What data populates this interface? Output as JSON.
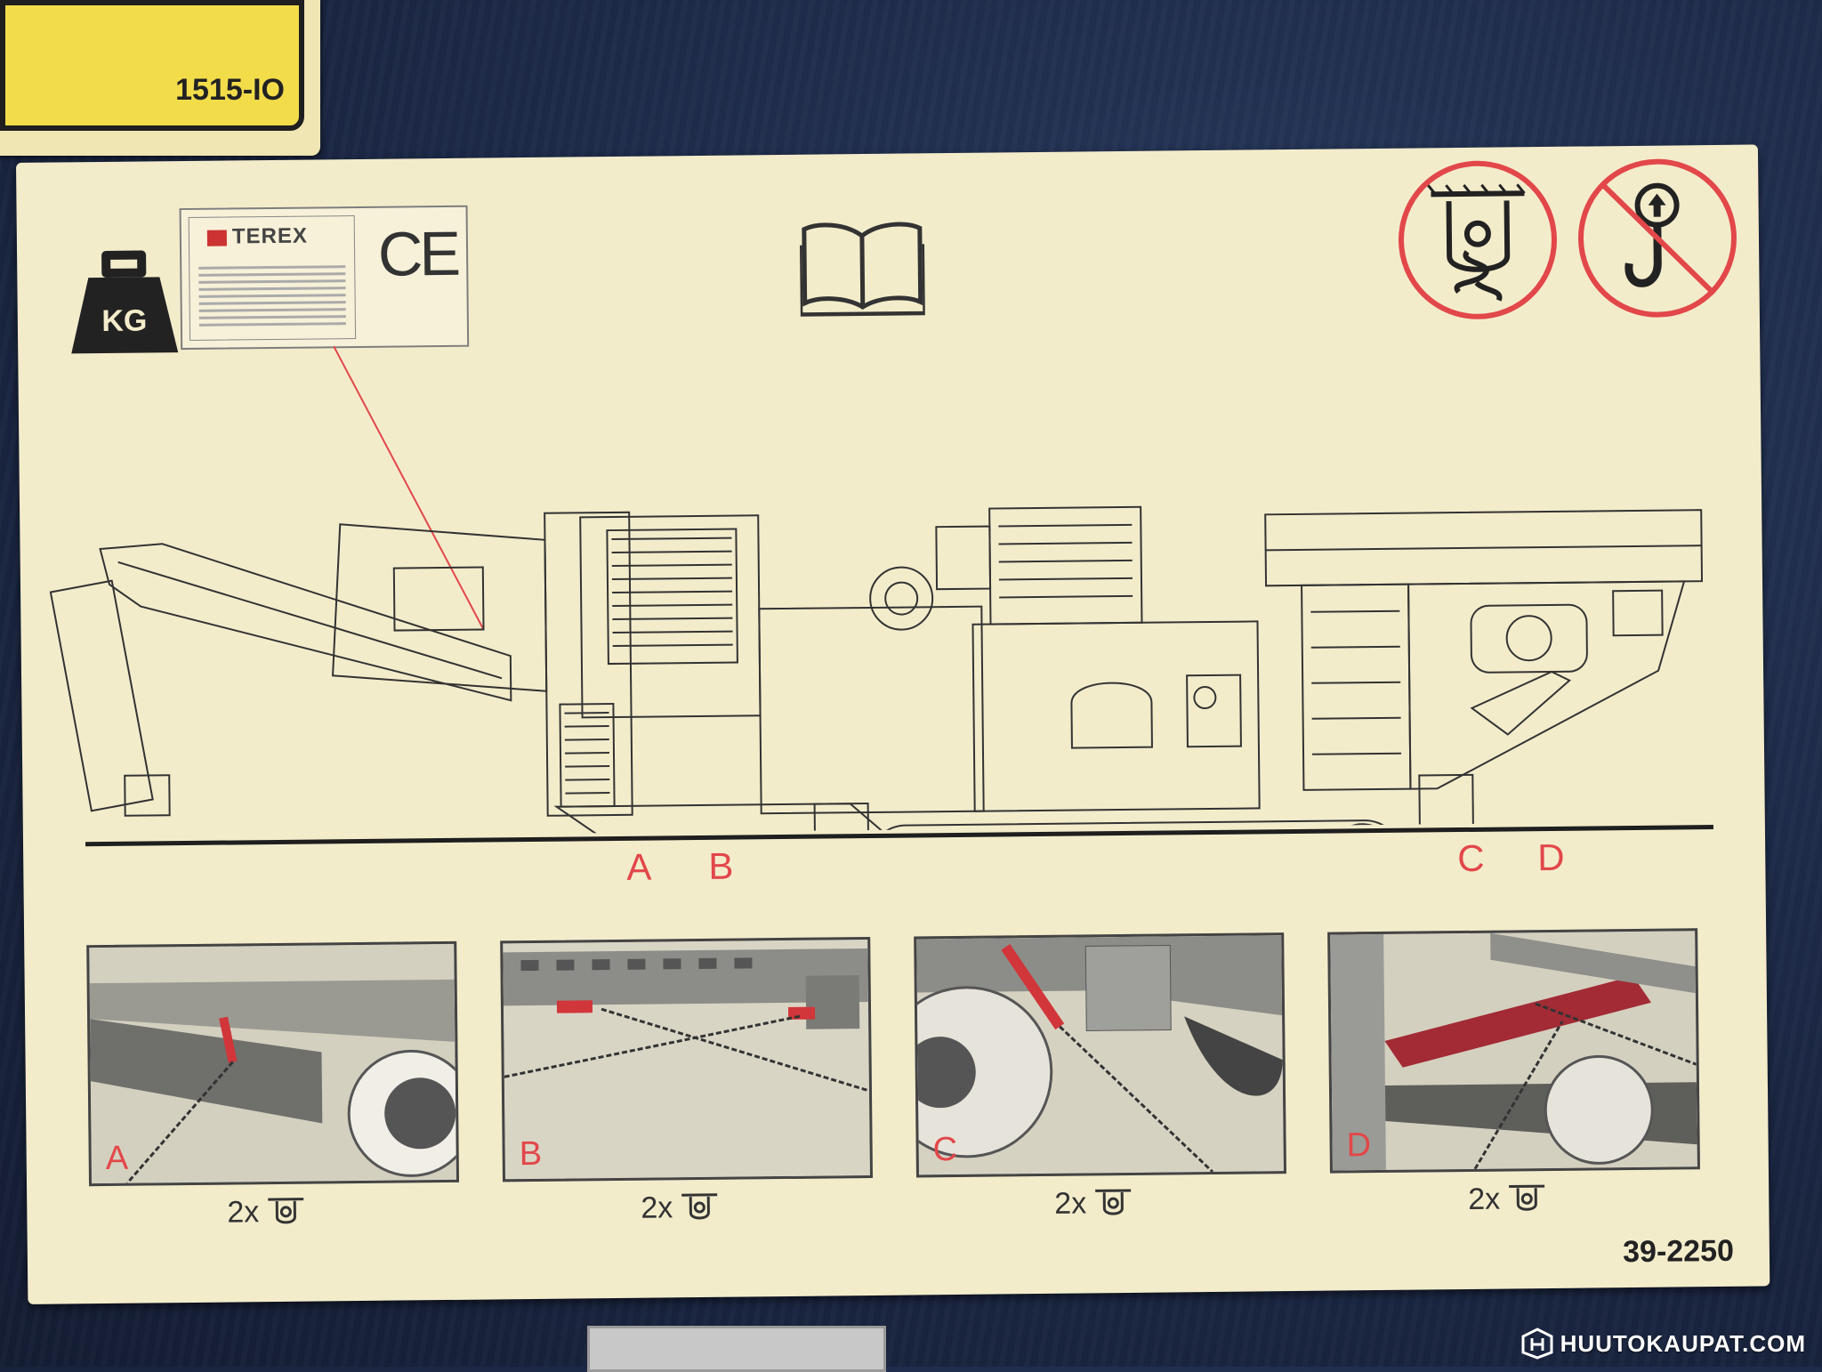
{
  "top_sticker": {
    "code": "1515-IO"
  },
  "nameplate": {
    "brand": "TEREX",
    "mark": "CE"
  },
  "weight_icon": {
    "label": "KG"
  },
  "icons": [
    "weight-icon",
    "manual-book-icon",
    "tie-down-point-icon",
    "no-lifting-hook-icon"
  ],
  "tie_points": [
    "A",
    "B",
    "C",
    "D"
  ],
  "details": [
    {
      "label": "A",
      "count": "2x"
    },
    {
      "label": "B",
      "count": "2x"
    },
    {
      "label": "C",
      "count": "2x"
    },
    {
      "label": "D",
      "count": "2x"
    }
  ],
  "part_number": "39-2250",
  "watermark": "HUUTOKAUPAT.COM",
  "colors": {
    "decal": "#f3eccb",
    "accent_red": "#e2474a",
    "panel": "#1d2a48",
    "sticker_yellow": "#f3dc4a"
  }
}
